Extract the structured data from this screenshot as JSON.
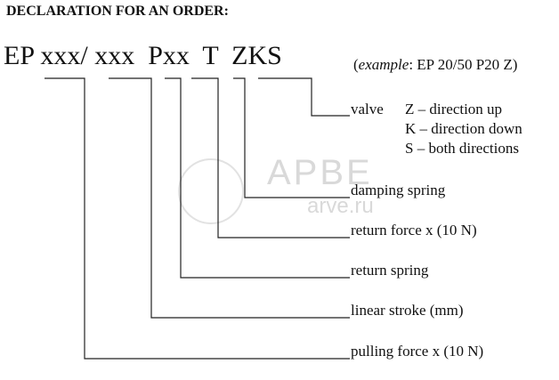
{
  "title": "DECLARATION FOR AN ORDER:",
  "code": "EP xxx/ xxx  Pxx  T  ZKS",
  "example": {
    "prefix": "(",
    "word": "example",
    "rest": ": EP 20/50 P20 Z)"
  },
  "labels": {
    "valve": "valve",
    "valve_options": [
      "Z – direction up",
      "K – direction down",
      "S – both directions"
    ],
    "damping_spring": "damping spring",
    "return_force": "return force x (10 N)",
    "return_spring": "return spring",
    "linear_stroke": "linear stroke (mm)",
    "pulling_force": "pulling force x (10 N)"
  },
  "watermark": {
    "brand": "APBE",
    "site": "arve.ru"
  }
}
